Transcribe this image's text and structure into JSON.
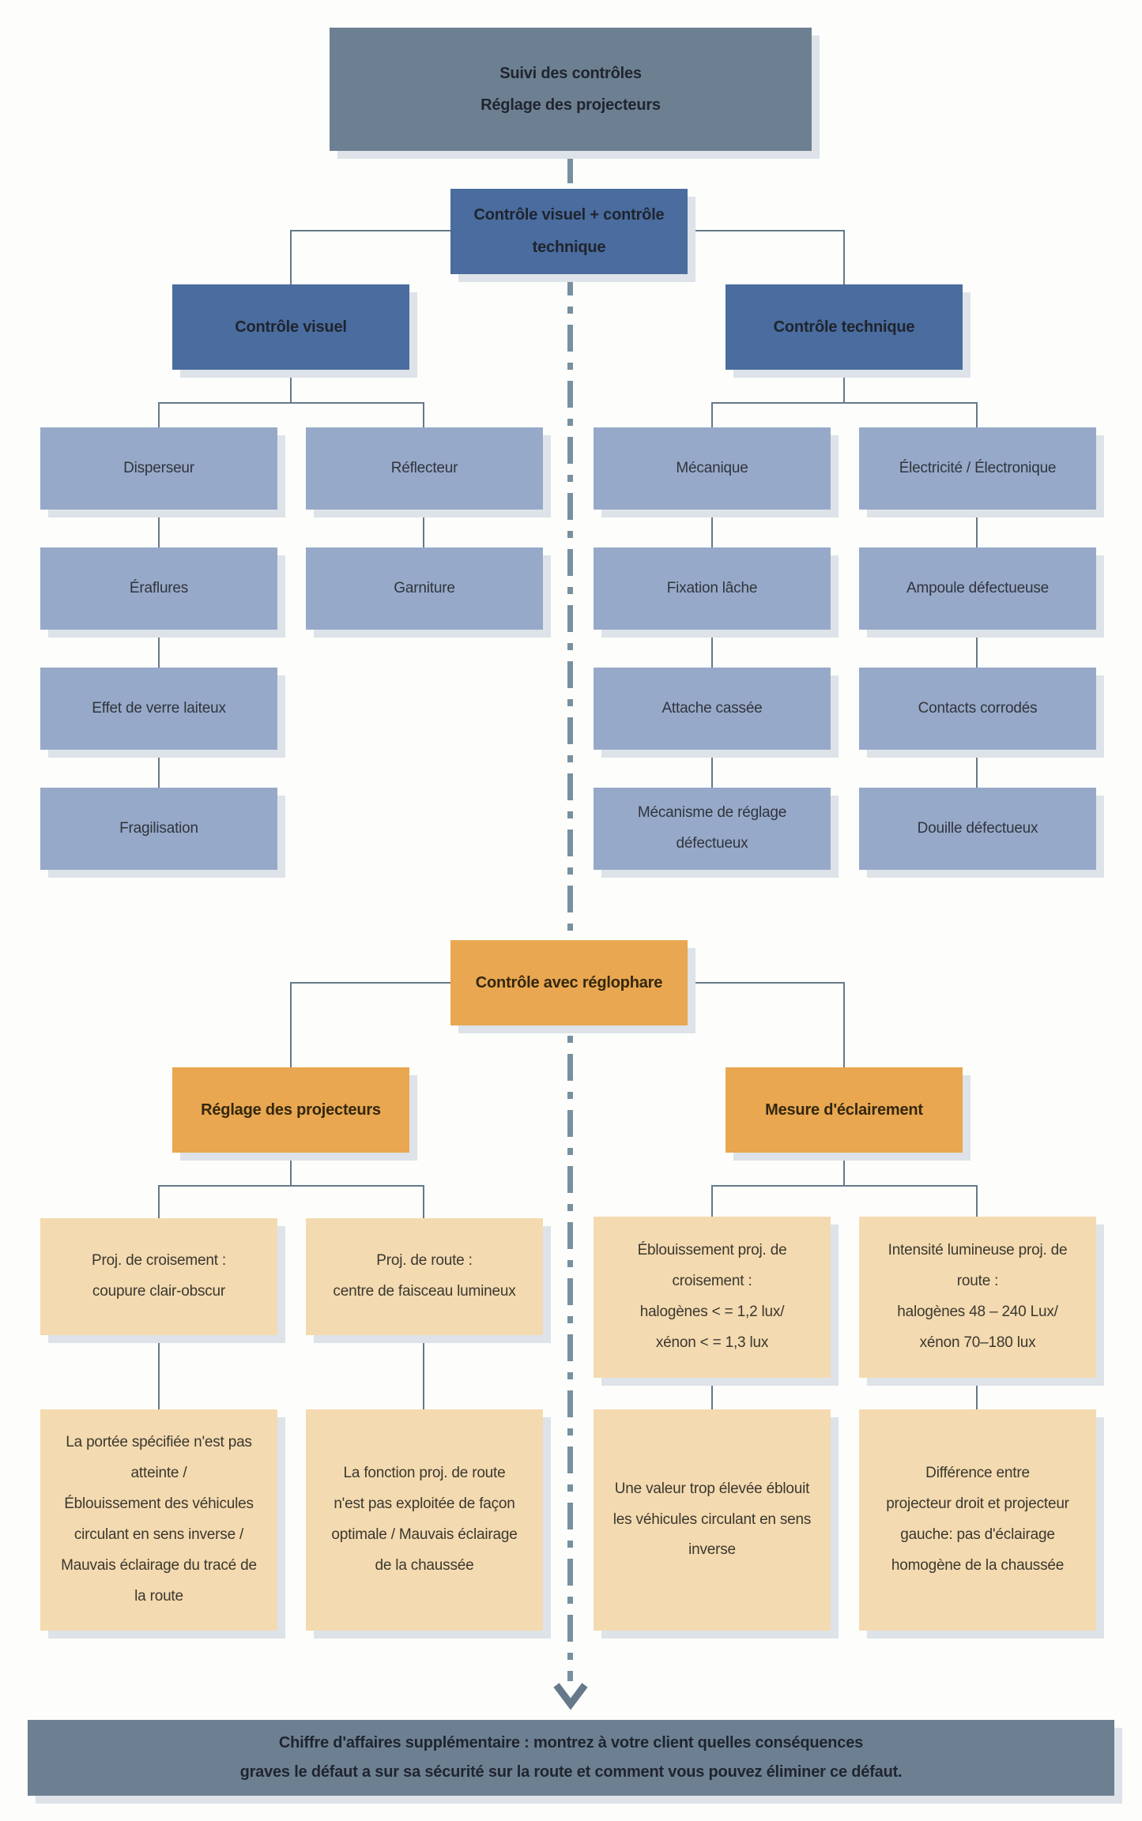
{
  "palette": {
    "slate": "#6D8092",
    "blue": "#4A6C9E",
    "light_blue": "#97A9C8",
    "orange": "#E8A750",
    "tan": "#F4DAB0",
    "box_shadow": "#DDE3E8",
    "connector_line": "#66798A",
    "dashed_line": "#78909F"
  },
  "nodes": {
    "root": "Suivi des contrôles\nRéglage des projecteurs",
    "visual_plus_technique": "Contrôle visuel + contrôle\ntechnique",
    "controle_visuel": "Contrôle visuel",
    "controle_technique": "Contrôle technique",
    "disperseur": "Disperseur",
    "reflecteur": "Réflecteur",
    "mecanique": "Mécanique",
    "electricite": "Électricité / Électronique",
    "eraflures": "Éraflures",
    "garniture": "Garniture",
    "fixation_lache": "Fixation lâche",
    "ampoule_defectueuse": "Ampoule défectueuse",
    "effet_verre_laiteux": "Effet de verre laiteux",
    "attache_cassee": "Attache cassée",
    "contacts_corrodes": "Contacts corrodés",
    "fragilisation": "Fragilisation",
    "mecanisme_reglage": "Mécanisme de réglage\ndéfectueux",
    "douille_defectueux": "Douille défectueux",
    "controle_reglophare": "Contrôle avec réglophare",
    "reglage_projecteurs": "Réglage des projecteurs",
    "mesure_eclairement": "Mesure d'éclairement",
    "proj_croisement": "Proj. de croisement :\ncoupure clair-obscur",
    "proj_route": "Proj. de route :\ncentre de faisceau lumineux",
    "eblouissement_proj": "Éblouissement proj. de\ncroisement :\nhalogènes < = 1,2 lux/\nxénon < = 1,3 lux",
    "intensite_lumineuse": "Intensité lumineuse proj. de\nroute :\nhalogènes 48 – 240 Lux/\nxénon 70–180 lux",
    "portee_non_atteinte": "La portée spécifiée n'est pas\natteinte /\nÉblouissement des véhicules\ncirculant en sens inverse /\nMauvais éclairage du tracé de\nla route",
    "fonction_proj_route": "La fonction proj. de route\nn'est pas exploitée de façon\noptimale / Mauvais éclairage\nde la chaussée",
    "valeur_trop_elevee": "Une valeur trop élevée éblouit\nles véhicules circulant en sens\ninverse",
    "difference_projecteurs": "Différence entre\nprojecteur droit et projecteur\ngauche: pas d'éclairage\nhomogène de la chaussée",
    "footer": "Chiffre d'affaires supplémentaire : montrez à votre client quelles conséquences\ngraves le défaut a sur sa sécurité sur la route et comment vous pouvez éliminer ce défaut."
  }
}
